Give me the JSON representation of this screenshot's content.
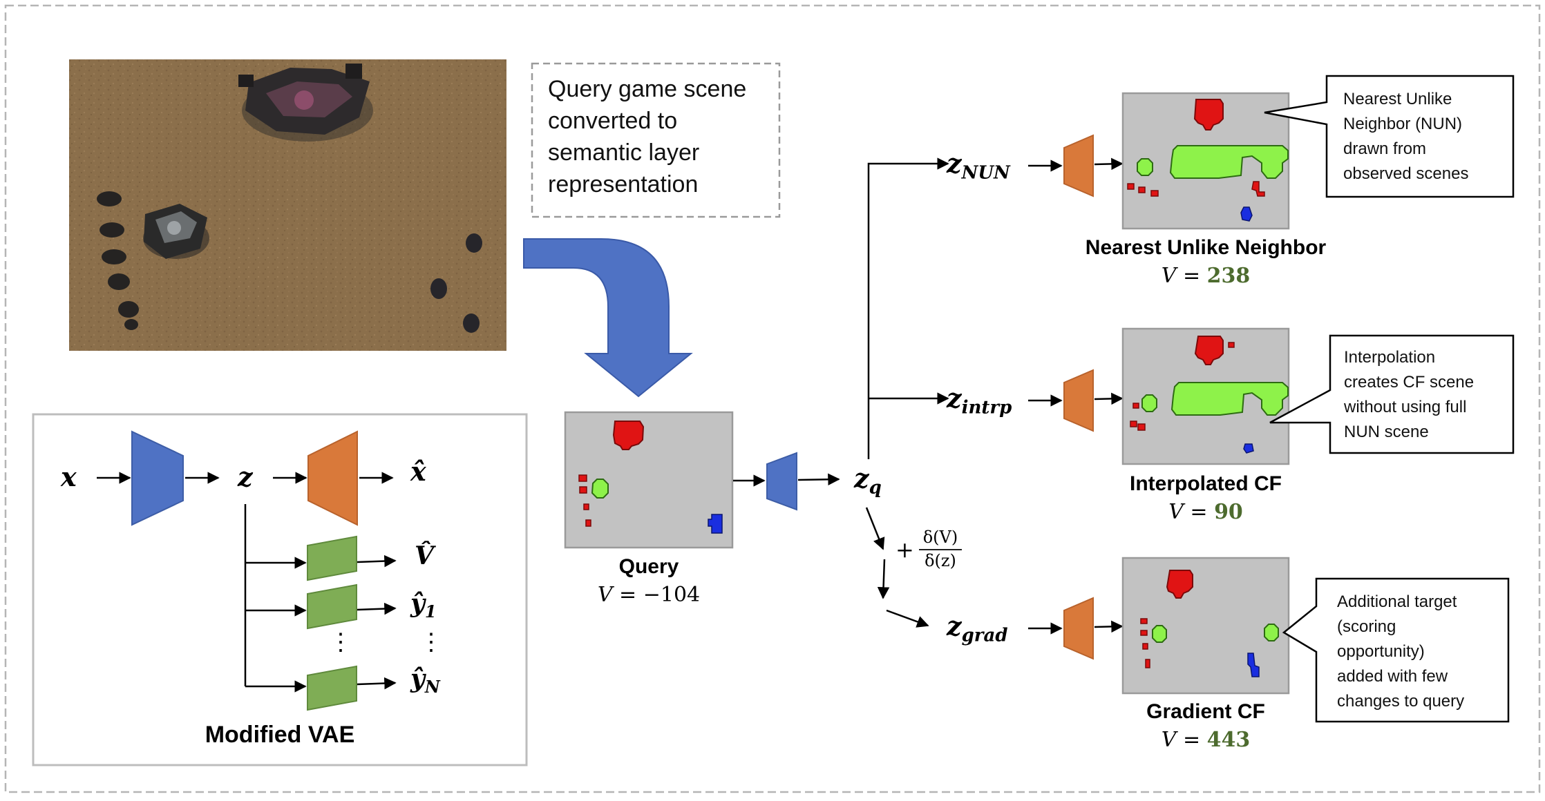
{
  "query_note": {
    "lines": [
      "Query game scene",
      "converted to",
      "semantic layer",
      "representation"
    ]
  },
  "vae": {
    "title": "Modified VAE",
    "input": "x",
    "latent": "z",
    "reconstruction": "x̂",
    "value_head": "V̂",
    "head_1": "ŷ",
    "head_1_sub": "1",
    "head_n": "ŷ",
    "head_n_sub": "N",
    "ellipsis": "⋮"
  },
  "query": {
    "title": "Query",
    "value_prefix": "V = ",
    "value": "−104",
    "latent": "z",
    "latent_sub": "q"
  },
  "gradient_step": {
    "plus": "+",
    "numerator": "δ(V)",
    "denominator": "δ(z)"
  },
  "branches": [
    {
      "latent": "z",
      "latent_sub": "NUN",
      "title": "Nearest Unlike Neighbor",
      "value_prefix": "V = ",
      "value": "238",
      "callout": [
        "Nearest Unlike",
        "Neighbor (NUN)",
        "drawn from",
        "observed scenes"
      ]
    },
    {
      "latent": "z",
      "latent_sub": "intrp",
      "title": "Interpolated CF",
      "value_prefix": "V = ",
      "value": "90",
      "callout": [
        "Interpolation",
        "creates CF scene",
        "without using full",
        "NUN scene"
      ]
    },
    {
      "latent": "z",
      "latent_sub": "grad",
      "title": "Gradient CF",
      "value_prefix": "V = ",
      "value": "443",
      "callout": [
        "Additional target",
        "(scoring",
        "opportunity)",
        "added with few",
        "changes to query"
      ]
    }
  ],
  "colors": {
    "encoder": "#4f72c4",
    "decoder": "#d9793a",
    "head": "#7fad55",
    "scene_bg": "#c2c2c2",
    "red_layer": "#e01414",
    "green_layer": "#8ef24a",
    "blue_layer": "#1a2ee0",
    "value_green": "#4d6b2e"
  }
}
